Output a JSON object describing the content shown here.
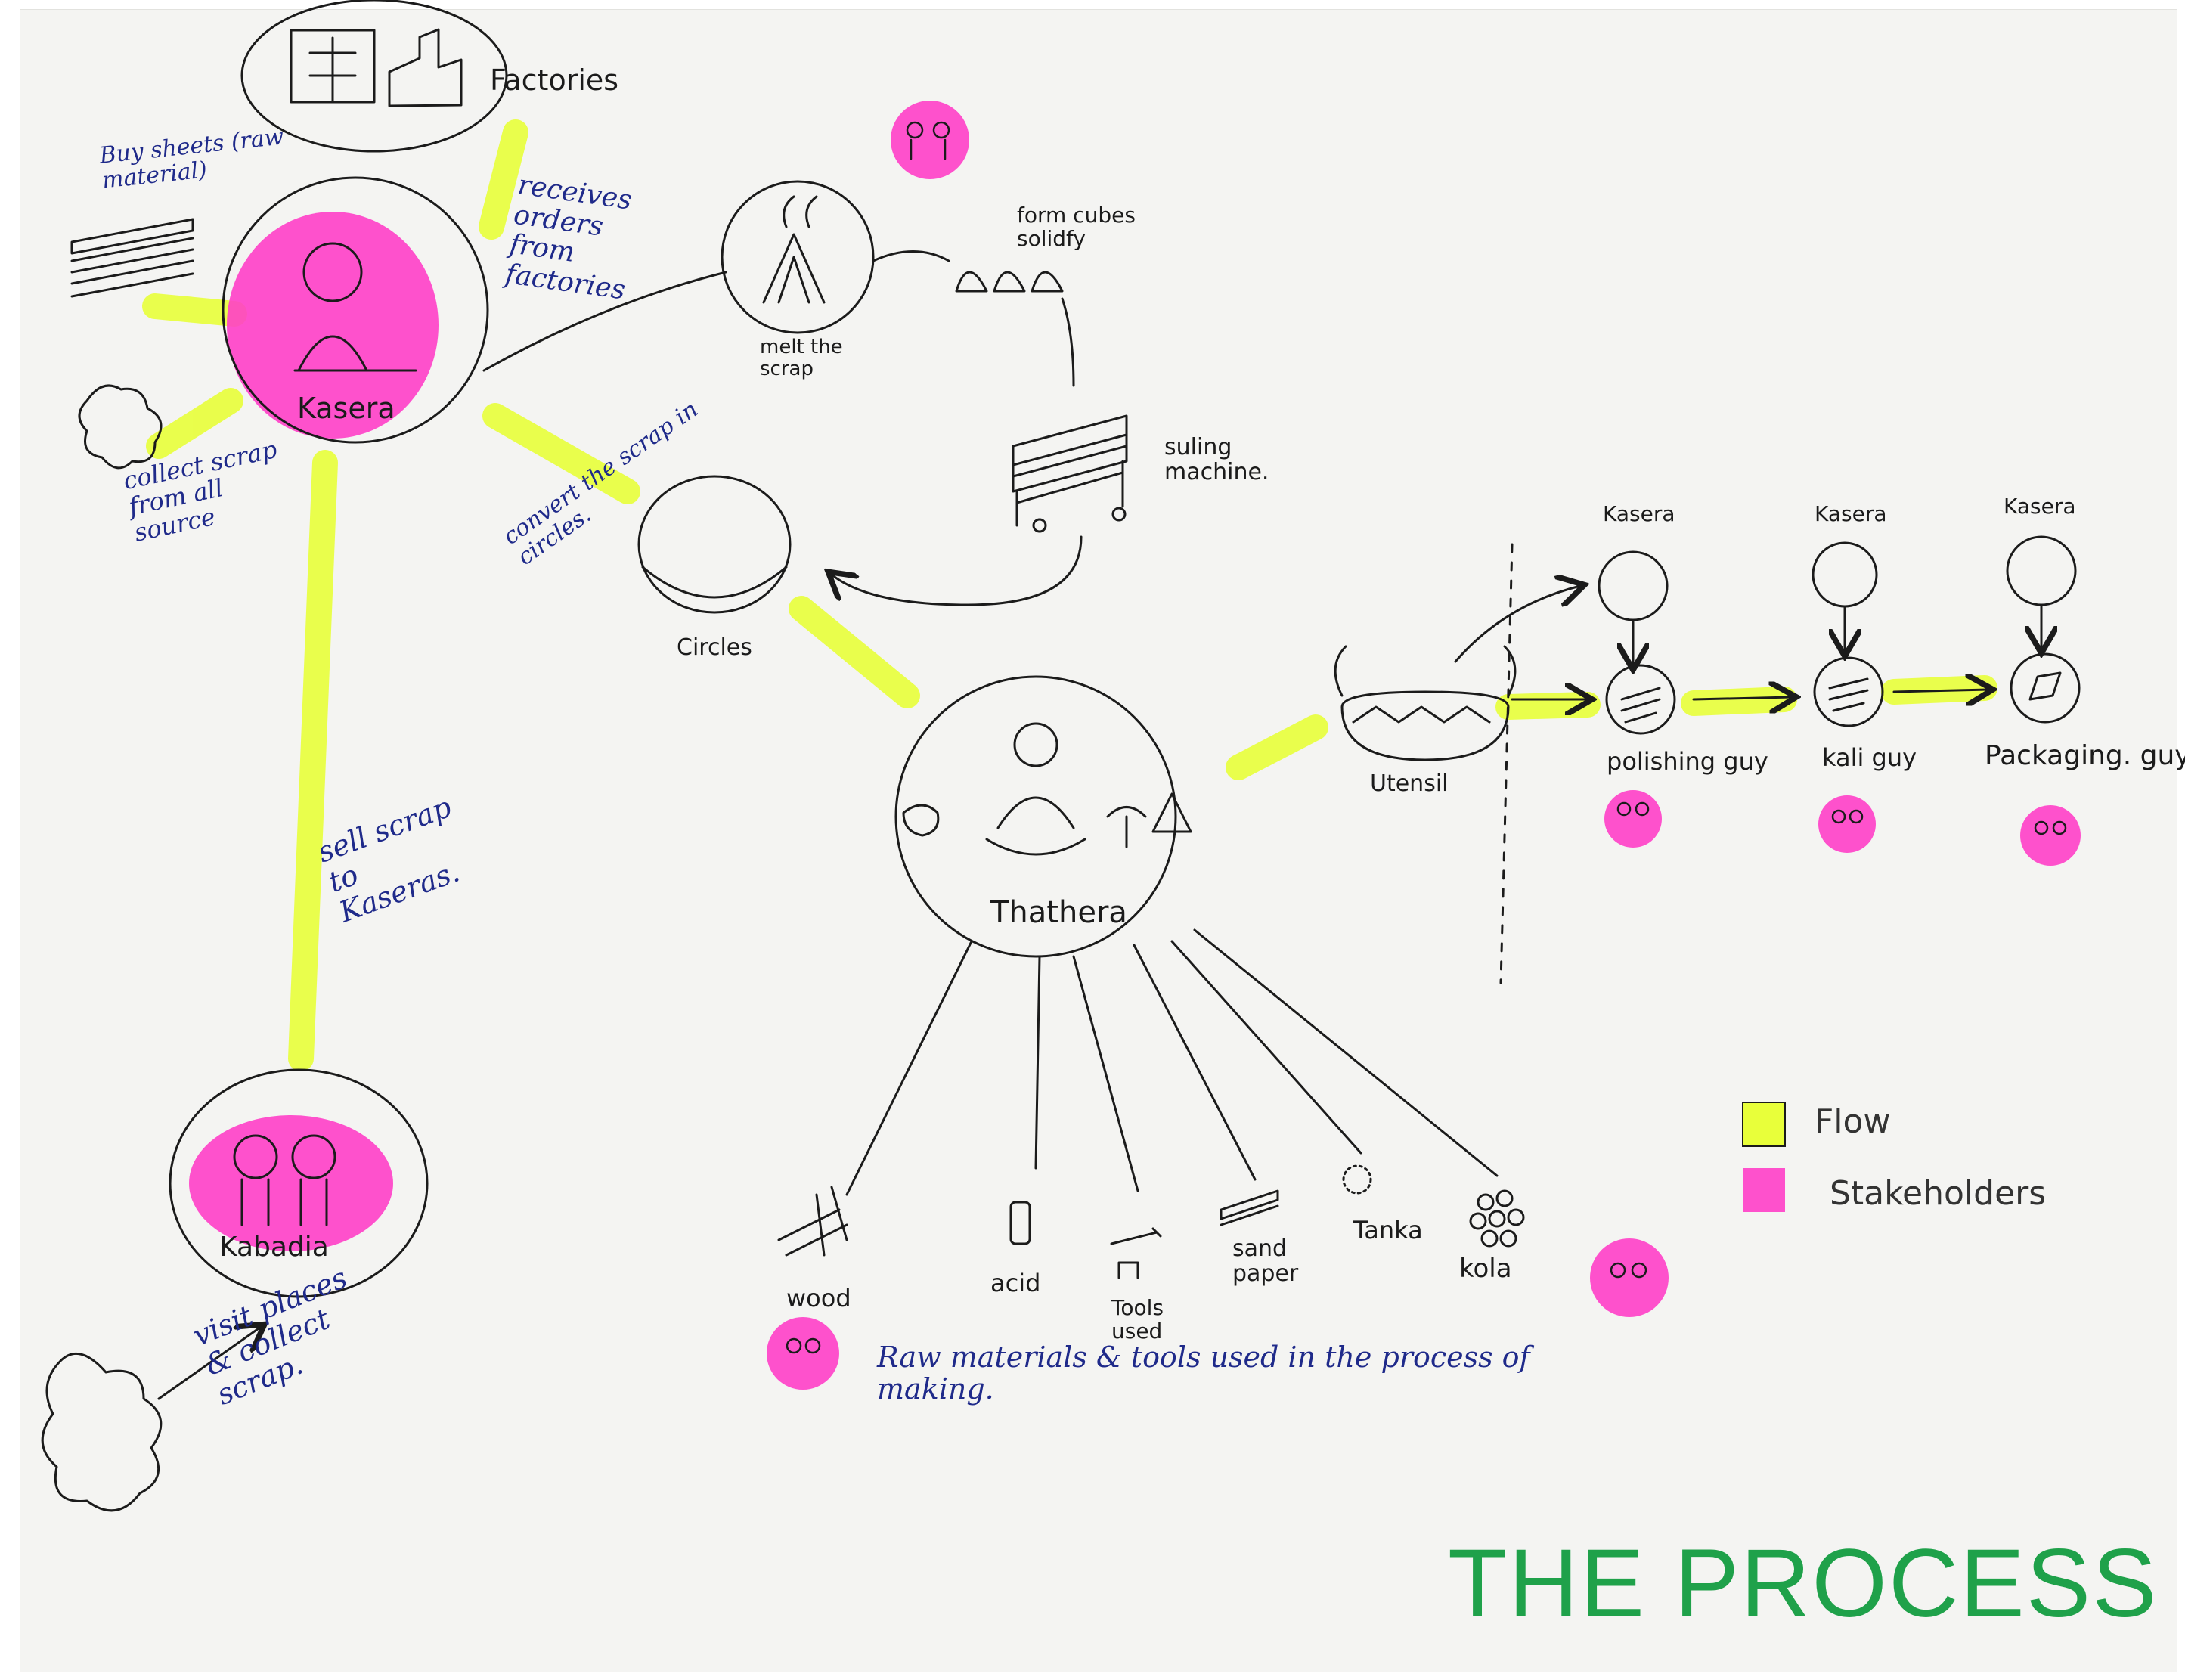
{
  "title": "THE PROCESS",
  "colors": {
    "flow": "#e8ff3a",
    "stakeholders": "#ff3fc8",
    "ink": "#1b1b1b",
    "annotation": "#1f2a8a",
    "title": "#1fa14a"
  },
  "nodes": {
    "factories": "Factories",
    "kasera": "Kasera",
    "kabadia": "Kabadia",
    "melt": "melt the scrap",
    "form_cubes": "form cubes solidfy",
    "suling": "suling machine.",
    "circles": "Circles",
    "thathera": "Thathera",
    "utensil": "Utensil",
    "polishing": "polishing guy",
    "kali": "kali guy",
    "packaging": "Packaging. guy",
    "kasera_small_1": "Kasera",
    "kasera_small_2": "Kasera",
    "kasera_small_3": "Kasera"
  },
  "annotations": {
    "buy_sheets": "Buy sheets (raw material)",
    "receives_orders": "receives orders from factories",
    "collect_scrap": "collect scrap from all source",
    "convert_scrap": "convert the scrap in circles.",
    "sell_scrap": "sell scrap to Kaseras.",
    "visit_places": "visit places & collect scrap.",
    "raw_materials": "Raw materials & tools used in the process of making."
  },
  "tools": {
    "wood": "wood",
    "acid": "acid",
    "tools_used": "Tools used",
    "sand_paper": "sand paper",
    "tanka": "Tanka",
    "kola": "kola"
  },
  "legend": {
    "flow": "Flow",
    "stakeholders": "Stakeholders"
  }
}
